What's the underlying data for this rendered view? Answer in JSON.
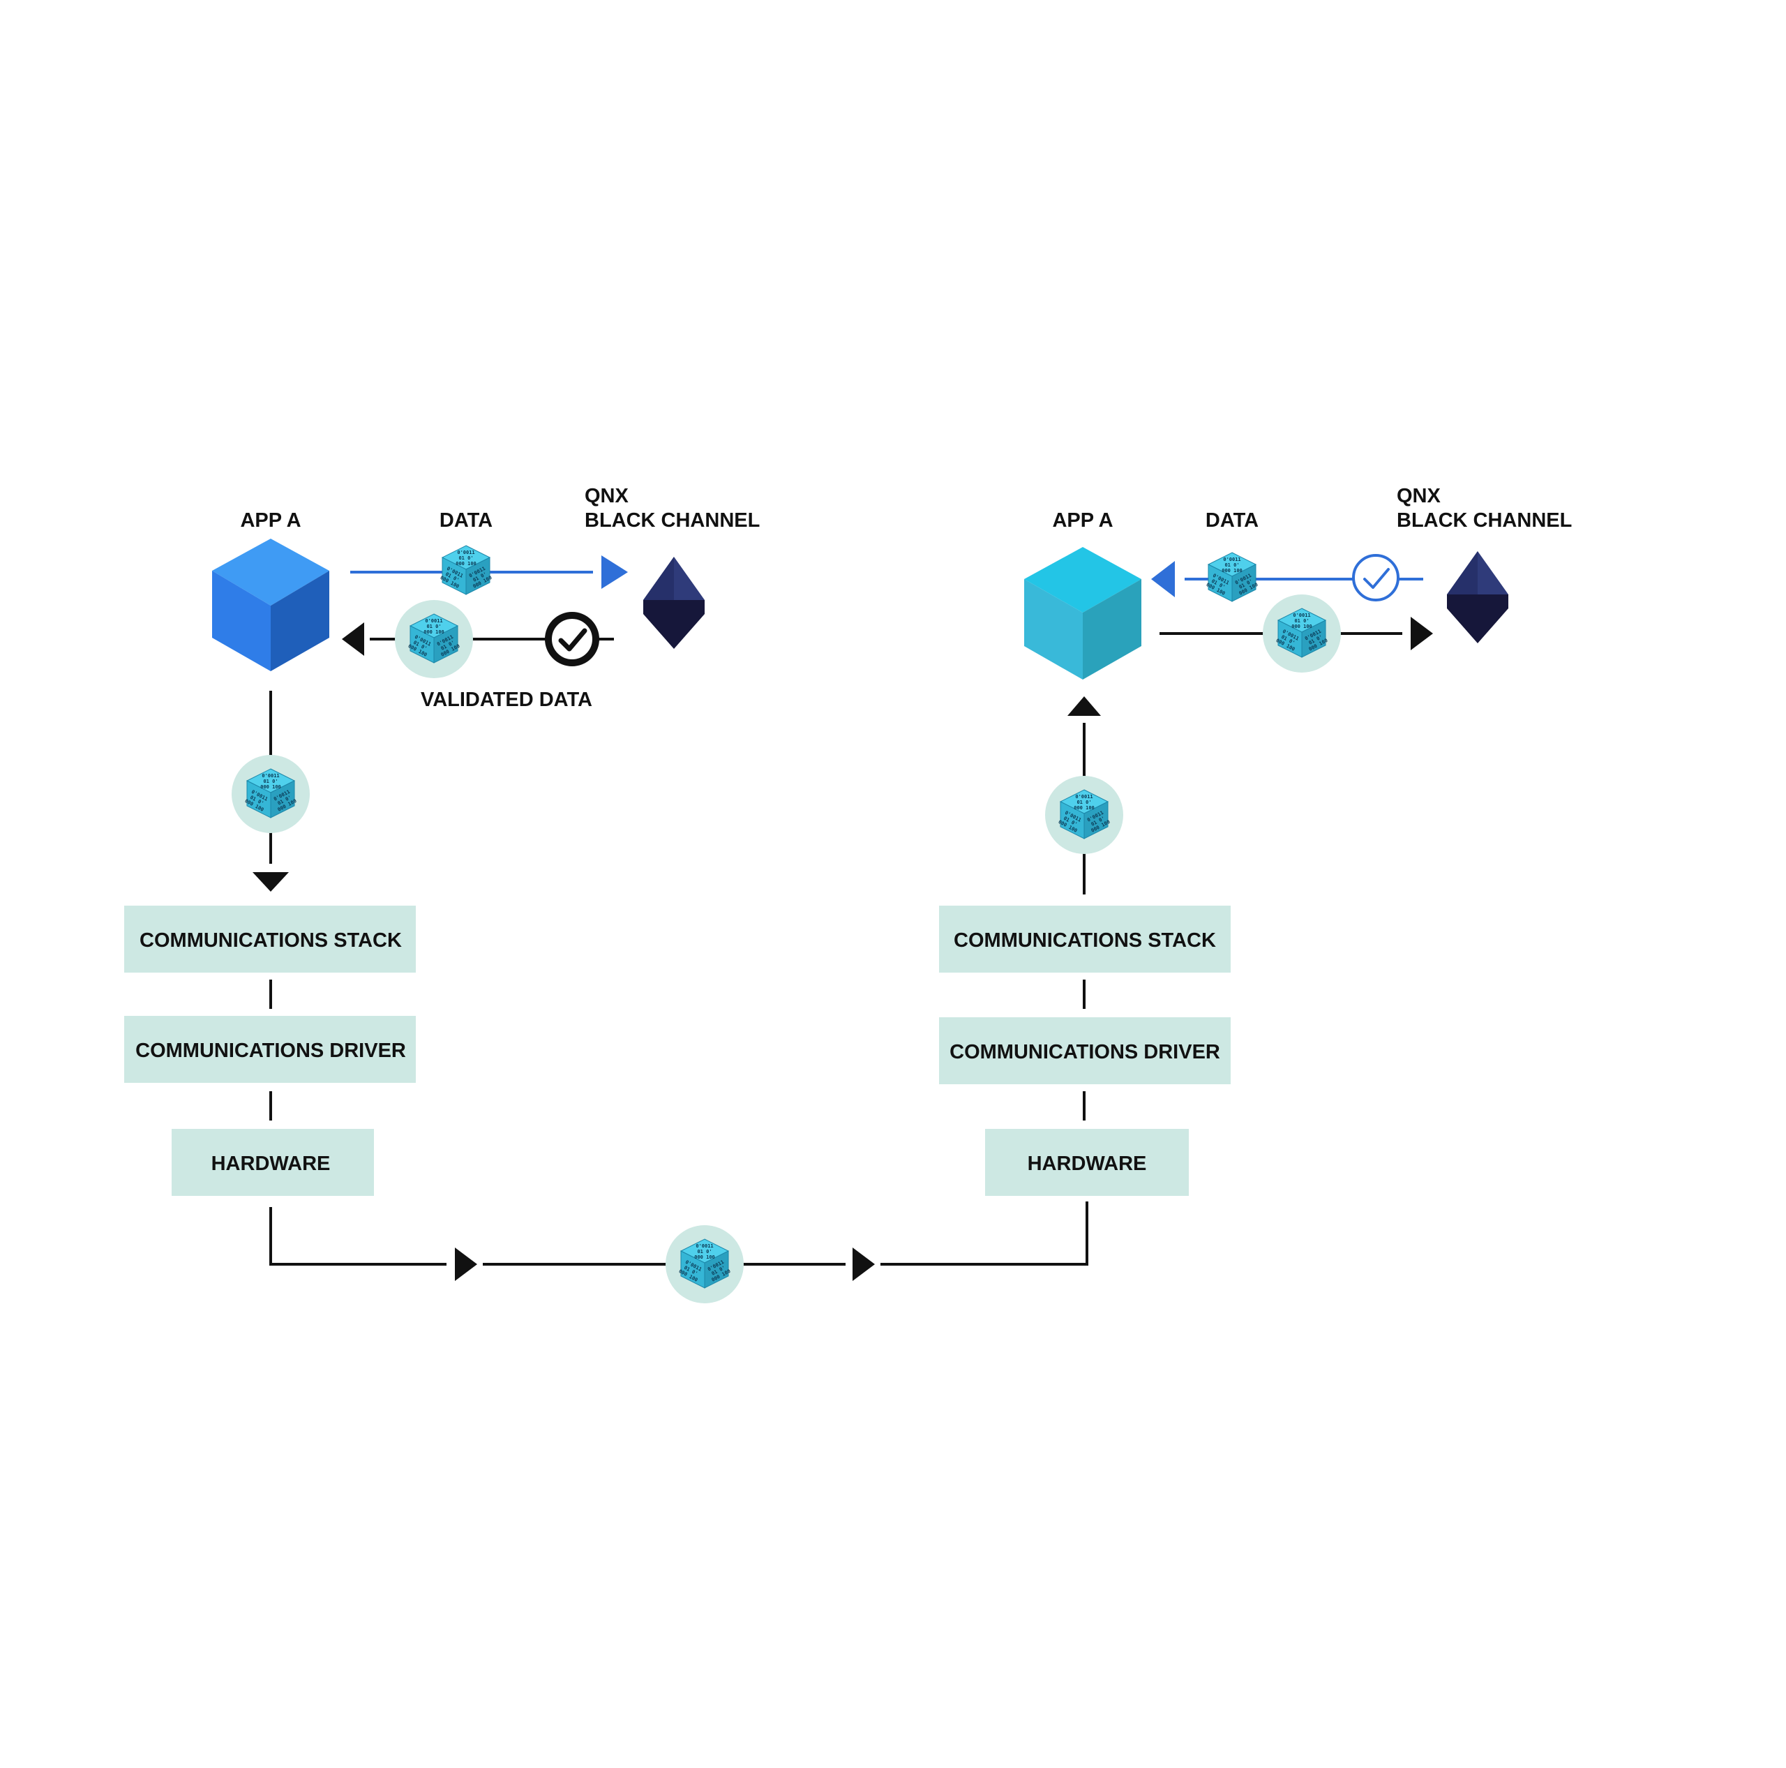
{
  "colors": {
    "app_left_top": "#3f9bf4",
    "app_left_left": "#2f7de8",
    "app_left_right": "#1f5fba",
    "app_right_top": "#23c5e6",
    "app_right_left": "#39b9d9",
    "app_right_right": "#2aa2bb",
    "data_cube_top": "#4fd0ec",
    "data_cube_left": "#35b6d6",
    "data_cube_right": "#2aa0c0",
    "data_halo": "#cde8e3",
    "box_fill": "#cde8e3",
    "blue_line": "#2f6fd8",
    "black_line": "#111111",
    "gem_dark": "#16173a",
    "gem_mid": "#26306a",
    "gem_light": "#2f3b7a"
  },
  "left": {
    "app_label": "APP A",
    "data_label": "DATA",
    "qnx_line1": "QNX",
    "qnx_line2": "BLACK CHANNEL",
    "validated_label": "VALIDATED DATA",
    "stack": [
      "COMMUNICATIONS STACK",
      "COMMUNICATIONS DRIVER",
      "HARDWARE"
    ]
  },
  "right": {
    "app_label": "APP A",
    "data_label": "DATA",
    "qnx_line1": "QNX",
    "qnx_line2": "BLACK CHANNEL",
    "stack": [
      "COMMUNICATIONS STACK",
      "COMMUNICATIONS DRIVER",
      "HARDWARE"
    ]
  },
  "icons": {
    "app": "cube-icon",
    "data": "data-cube-icon",
    "qnx": "gem-icon",
    "check": "checkmark-icon"
  },
  "cube_bits": [
    "0'0011",
    "01 0'",
    "000 100"
  ]
}
